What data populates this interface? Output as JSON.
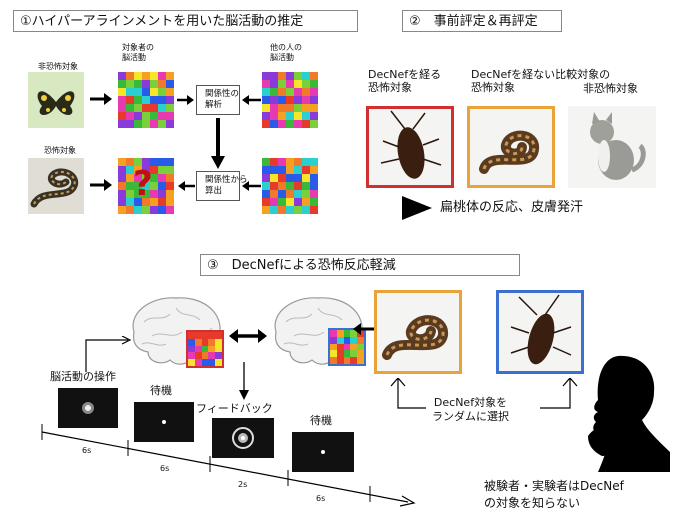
{
  "section1": {
    "title": "①ハイパーアラインメントを用いた脳活動の推定",
    "nonfear_label": "非恐怖対象",
    "fear_label": "恐怖対象",
    "subject_brain_label": "対象者の\n脳活動",
    "other_brain_label": "他の人の\n脳活動",
    "relation_analysis": "関係性の\n解析",
    "relation_compute": "関係性から\n算出",
    "question_mark": "?"
  },
  "section2": {
    "title": "②　事前評定＆再評定",
    "col1_label": "DecNefを経る\n恐怖対象",
    "col2_label": "DecNefを経ない比較対象の\n恐怖対象",
    "col3_label": "非恐怖対象",
    "response_text": "扁桃体の反応、皮膚発汗"
  },
  "section3": {
    "title": "③　DecNefによる恐怖反応軽減",
    "brain_manipulation": "脳活動の操作",
    "wait1": "待機",
    "feedback": "フィードバック",
    "wait2": "待機",
    "t1": "6s",
    "t2": "6s",
    "t3": "2s",
    "t4": "6s",
    "random_select": "DecNef対象を\nランダムに選択",
    "blind_note": "被験者・実験者はDecNef\nの対象を知らない"
  },
  "colors": {
    "orange_frame": "#e8a33a",
    "blue_frame": "#3b6fd0",
    "red_frame": "#d03030"
  }
}
